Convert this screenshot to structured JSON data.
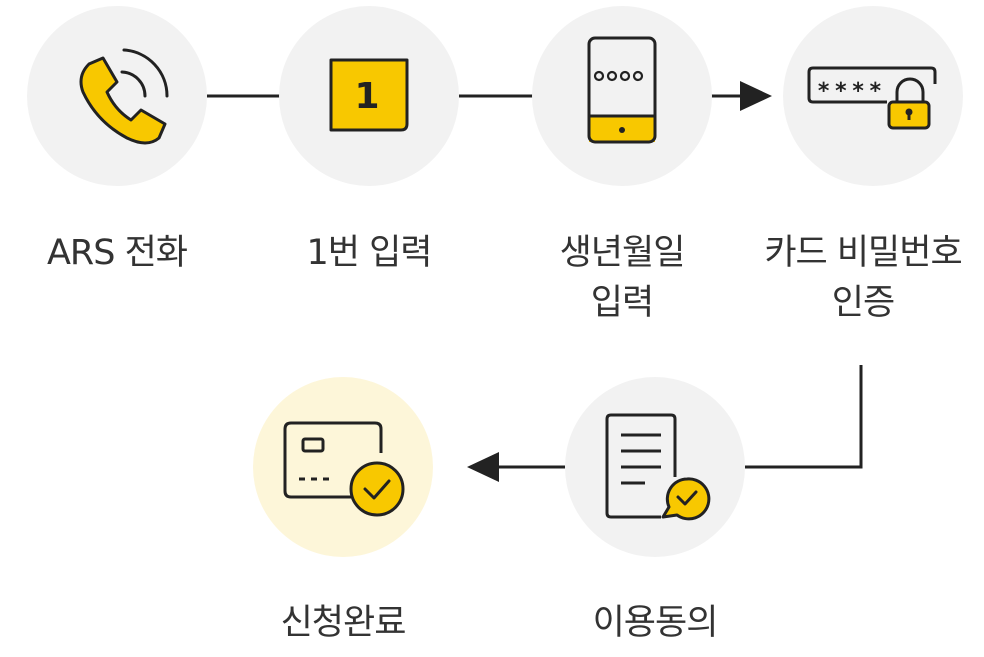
{
  "steps": [
    {
      "label": "ARS 전화",
      "icon": "phone-icon"
    },
    {
      "label": "1번 입력",
      "icon": "number-one-key-icon",
      "key_text": "1"
    },
    {
      "label": "생년월일\n입력",
      "icon": "phone-keypad-icon"
    },
    {
      "label": "카드 비밀번호\n인증",
      "icon": "password-lock-icon",
      "mask_text": "****"
    },
    {
      "label": "이용동의",
      "icon": "document-check-icon"
    },
    {
      "label": "신청완료",
      "icon": "card-check-icon"
    }
  ],
  "colors": {
    "accent": "#f8c800",
    "stroke": "#222222",
    "circle": "#f2f2f2",
    "circle_done": "#fdf6d9",
    "text": "#333333"
  }
}
